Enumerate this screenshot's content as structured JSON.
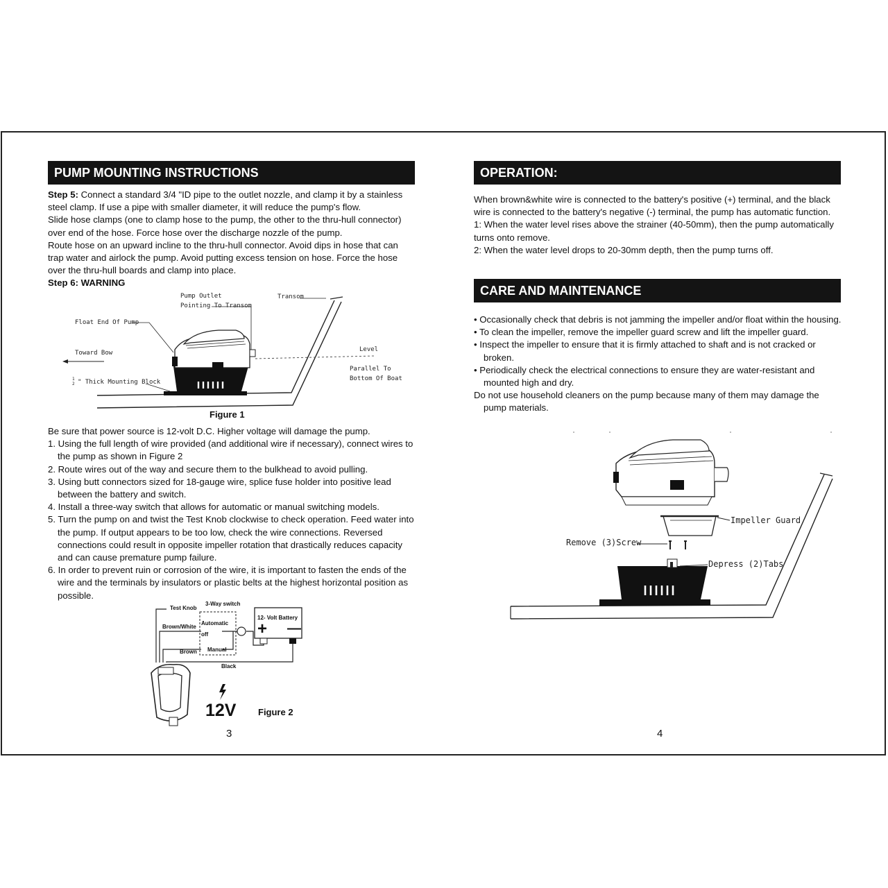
{
  "left_page": {
    "heading": "PUMP MOUNTING INSTRUCTIONS",
    "step5_label": "Step 5:",
    "step5_text": " Connect a standard 3/4 \"ID pipe to the outlet nozzle, and clamp it by a stainless steel clamp. If use a pipe with smaller diameter, it will reduce the pump's flow.",
    "para_hose_clamps": "Slide hose clamps (one to clamp hose to the pump, the other to the thru-hull connector) over end of the hose. Force hose over the discharge nozzle of the pump.",
    "para_route": "Route hose on an upward incline to the thru-hull connector. Avoid dips in hose that can trap water and airlock the pump. Avoid putting excess tension on hose. Force the hose over the thru-hull boards and clamp into place.",
    "step6": "Step 6: WARNING",
    "figure1": {
      "caption": "Figure 1",
      "labels": {
        "pump_outlet": "Pump Outlet\nPointing To Transom",
        "transom": "Transom",
        "float_end": "Float End Of Pump",
        "toward_bow": "Toward Bow",
        "level": "Level",
        "parallel": "Parallel To\nBottom Of Boat",
        "mounting_fraction": "1\n2",
        "mounting_block": "\" Thick Mounting Block"
      }
    },
    "power_intro": "Be sure that power source is 12-volt D.C. Higher voltage will damage the pump.",
    "steps": [
      "1. Using the full length of wire provided (and additional wire if necessary), connect wires to the pump as shown in Figure 2",
      "2. Route wires out of the way and secure them to the bulkhead to avoid pulling.",
      "3. Using butt connectors sized for 18-gauge wire, splice fuse holder into positive lead between the battery and switch.",
      "4. Install a three-way switch that allows for automatic or manual switching models.",
      "5. Turn the pump on and twist the Test Knob clockwise to check operation. Feed water into the pump. If output appears to be too low, check the wire connections. Reversed connections could result in opposite impeller rotation that drastically reduces capacity and can cause premature pump failure.",
      "6. In order to prevent ruin or corrosion of the wire, it is important to fasten the ends of the wire and the terminals by insulators or plastic belts at the highest horizontal position as possible."
    ],
    "figure2": {
      "caption": "Figure 2",
      "test_knob": "Test Knob",
      "switch": "3-Way switch",
      "brown_white": "Brown/White",
      "automatic": "Automatic",
      "off": "off",
      "brown": "Brown",
      "manual": "Manual",
      "battery": "12- Volt Battery",
      "plus": "+",
      "minus": "—",
      "black": "Black",
      "voltage": "12V"
    },
    "page_number": "3"
  },
  "right_page": {
    "heading_operation": "OPERATION:",
    "operation_text": "When brown&white wire is connected to the battery's positive (+) terminal, and the black wire is connected to the battery's negative (-) terminal, the pump has automatic function.",
    "operation_items": [
      "1: When the water level rises above the strainer (40-50mm), then the pump automatically turns onto remove.",
      "2: When the water level drops to 20-30mm depth, then the pump turns off."
    ],
    "heading_care": "CARE AND MAINTENANCE",
    "care_items": [
      "• Occasionally check that debris is not jamming the impeller and/or float within the housing.",
      "• To clean the impeller, remove the impeller guard screw and lift the impeller guard.",
      "• Inspect the impeller to ensure that it is firmly attached to shaft and is not cracked or broken.",
      "• Periodically check the electrical connections to ensure they are water-resistant and mounted high and dry."
    ],
    "care_note": "Do not use household cleaners on the pump because many of them may damage the pump materials.",
    "figure3": {
      "impeller_guard": "Impeller Guard",
      "remove_screw": "Remove (3)Screw",
      "depress_tabs": "Depress (2)Tabs"
    },
    "page_number": "4"
  }
}
